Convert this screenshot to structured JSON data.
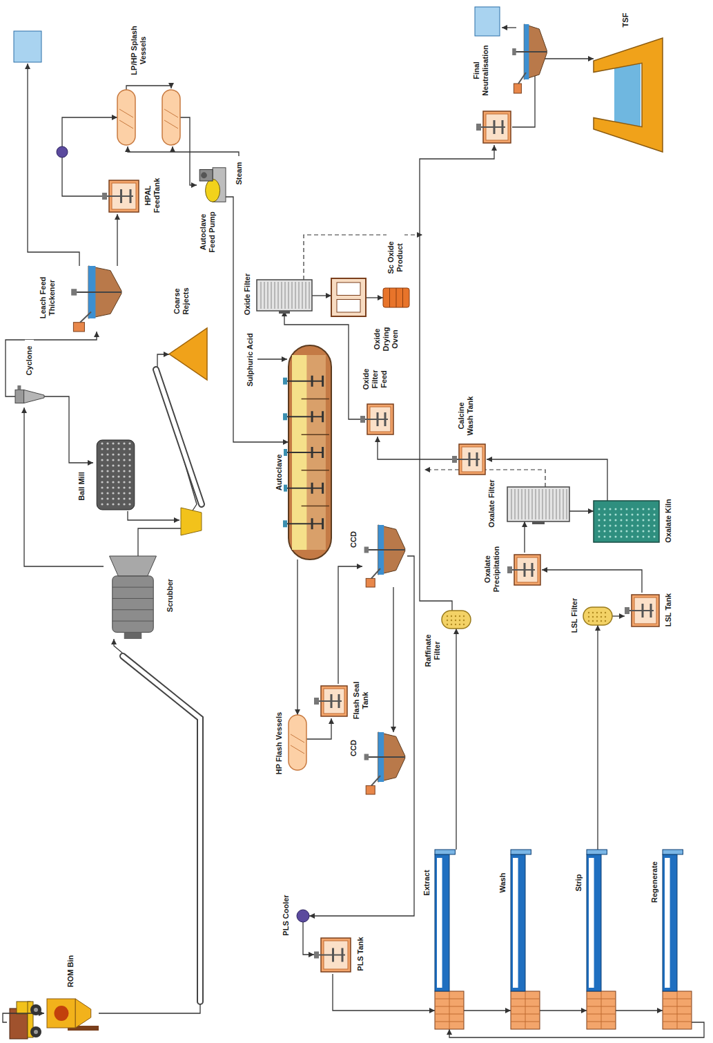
{
  "diagram": {
    "nodes": [
      {
        "text": [
          "ROM Bin"
        ]
      },
      {
        "text": [
          "Scrubber"
        ]
      },
      {
        "text": [
          "Ball Mill"
        ]
      },
      {
        "text": [
          "Cyclone"
        ]
      },
      {
        "text": [
          "Coarse Rejects"
        ]
      },
      {
        "text": [
          "Leach Feed Thickener"
        ]
      },
      {
        "text": [
          "HPAL FeedTank"
        ]
      },
      {
        "text": [
          "LP/HP Splash Vessels"
        ]
      },
      {
        "text": [
          "Autoclave Feed Pump"
        ]
      },
      {
        "text": [
          "Autoclave"
        ]
      },
      {
        "text": [
          "HP Flash Vessels"
        ]
      },
      {
        "text": [
          "Flash Seal Tank"
        ]
      },
      {
        "text": [
          "CCD"
        ]
      },
      {
        "text": [
          "CCD"
        ]
      },
      {
        "text": [
          "PLS Cooler"
        ]
      },
      {
        "text": [
          "PLS Tank"
        ]
      },
      {
        "text": [
          "Extract"
        ]
      },
      {
        "text": [
          "Wash"
        ]
      },
      {
        "text": [
          "Strip"
        ]
      },
      {
        "text": [
          "Regenerate"
        ]
      },
      {
        "text": [
          "Raffinate Filter"
        ]
      },
      {
        "text": [
          "LSL Filter"
        ]
      },
      {
        "text": [
          "LSL Tank"
        ]
      },
      {
        "text": [
          "Oxalate Precipitation"
        ]
      },
      {
        "text": [
          "Oxalate Filter"
        ]
      },
      {
        "text": [
          "Oxalate Kiln"
        ]
      },
      {
        "text": [
          "Calcine Wash Tank"
        ]
      },
      {
        "text": [
          "Oxide Filter Feed"
        ]
      },
      {
        "text": [
          "Oxide Filter"
        ]
      },
      {
        "text": [
          "Oxide Drying Oven"
        ]
      },
      {
        "text": [
          "Sc Oxide Product"
        ]
      },
      {
        "text": [
          "Final Neutralisation"
        ]
      },
      {
        "text": [
          "TSF"
        ]
      }
    ],
    "edges": [
      {
        "from": 0,
        "to": 1,
        "arrow": "to"
      },
      {
        "from": 1,
        "to": 4,
        "arrow": "to"
      },
      {
        "from": 1,
        "to": 3,
        "arrow": "to"
      },
      {
        "from": 3,
        "to": 2,
        "arrow": "to"
      },
      {
        "from": 3,
        "to": 5,
        "arrow": "to"
      },
      {
        "from": 5,
        "to": 6,
        "arrow": "to"
      },
      {
        "from": 6,
        "to": 7,
        "arrow": "to"
      },
      {
        "from": 7,
        "to": 8,
        "arrow": "to"
      },
      {
        "from": 8,
        "to": 9,
        "arrow": "to"
      },
      {
        "from": 9,
        "to": 10,
        "arrow": "to"
      },
      {
        "from": 10,
        "to": 11,
        "arrow": "to"
      },
      {
        "from": 11,
        "to": 12,
        "arrow": "to"
      },
      {
        "from": 12,
        "to": 13,
        "arrow": "to"
      },
      {
        "from": 12,
        "to": 14,
        "arrow": "to"
      },
      {
        "from": 14,
        "to": 15,
        "arrow": "to"
      },
      {
        "from": 15,
        "to": 16,
        "arrow": "to"
      },
      {
        "from": 16,
        "to": 17,
        "arrow": "to"
      },
      {
        "from": 17,
        "to": 18,
        "arrow": "to"
      },
      {
        "from": 18,
        "to": 19,
        "arrow": "to"
      },
      {
        "from": 19,
        "to": 16,
        "arrow": "to"
      },
      {
        "from": 16,
        "to": 20,
        "arrow": "to"
      },
      {
        "from": 18,
        "to": 21,
        "arrow": "to"
      },
      {
        "from": 21,
        "to": 22,
        "arrow": "to"
      },
      {
        "from": 22,
        "to": 23,
        "arrow": "to"
      },
      {
        "from": 20,
        "to": 31,
        "arrow": "to"
      },
      {
        "from": 23,
        "to": 24,
        "arrow": "to"
      },
      {
        "from": 24,
        "to": 25,
        "arrow": "to"
      },
      {
        "from": 25,
        "to": 26,
        "arrow": "to"
      },
      {
        "from": 26,
        "to": 27,
        "arrow": "to"
      },
      {
        "from": 27,
        "to": 28,
        "arrow": "to"
      },
      {
        "from": 28,
        "to": 29,
        "arrow": "to"
      },
      {
        "from": 29,
        "to": 30,
        "arrow": "to"
      },
      {
        "from": 31,
        "to": 32,
        "arrow": "to"
      }
    ],
    "labels": [
      "Steam",
      "Sulphuric Acid"
    ]
  }
}
